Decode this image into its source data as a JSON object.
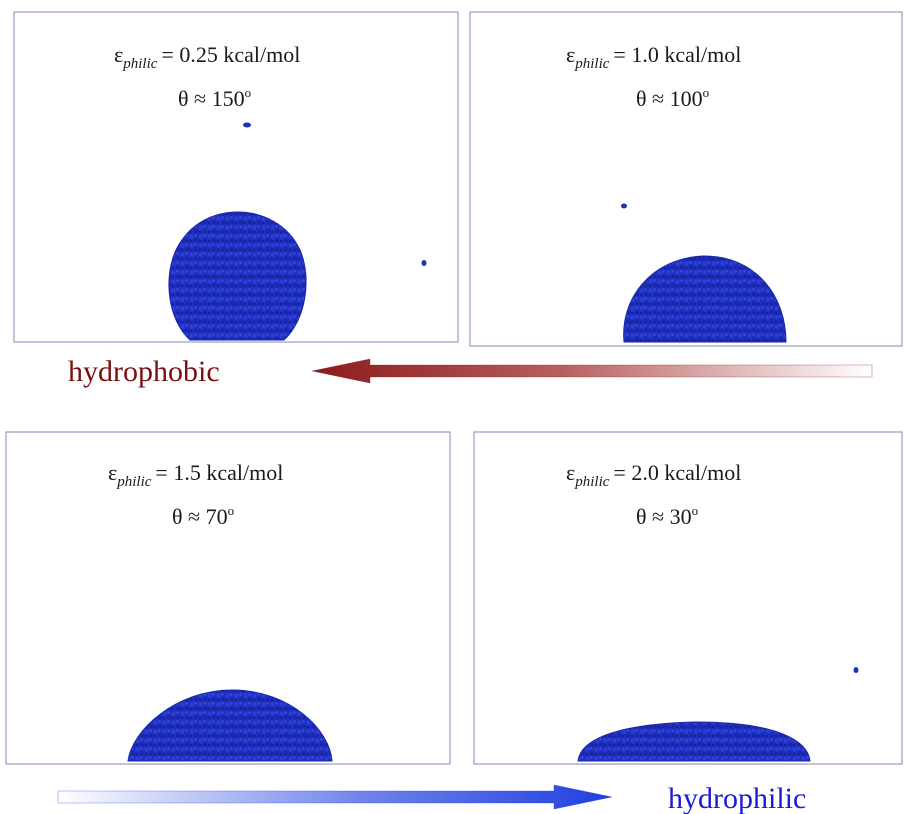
{
  "panels": [
    {
      "id": "p1",
      "eps_symbol": "ε",
      "eps_sub": "philic",
      "eps_value": "= 0.25 kcal/mol",
      "theta_text": "θ ≈ 150",
      "theta_sup": "o",
      "contact_angle_deg": 150,
      "droplet_color": "#1f2fbf"
    },
    {
      "id": "p2",
      "eps_symbol": "ε",
      "eps_sub": "philic",
      "eps_value": "= 1.0 kcal/mol",
      "theta_text": "θ ≈ 100",
      "theta_sup": "o",
      "contact_angle_deg": 100,
      "droplet_color": "#1f2fbf"
    },
    {
      "id": "p3",
      "eps_symbol": "ε",
      "eps_sub": "philic",
      "eps_value": "= 1.5 kcal/mol",
      "theta_text": "θ ≈ 70",
      "theta_sup": "o",
      "contact_angle_deg": 70,
      "droplet_color": "#1f2fbf"
    },
    {
      "id": "p4",
      "eps_symbol": "ε",
      "eps_sub": "philic",
      "eps_value": "= 2.0 kcal/mol",
      "theta_text": "θ ≈ 30",
      "theta_sup": "o",
      "contact_angle_deg": 30,
      "droplet_color": "#1f2fbf"
    }
  ],
  "arrows": {
    "top": {
      "label": "hydrophobic",
      "label_color": "#7a1010",
      "arrow_color": "#8b1a1a",
      "direction": "left"
    },
    "bottom": {
      "label": "hydrophilic",
      "label_color": "#1a1ad8",
      "arrow_color": "#1f3fe0",
      "direction": "right"
    }
  },
  "colors": {
    "panel_border": "#9a9ac0"
  }
}
